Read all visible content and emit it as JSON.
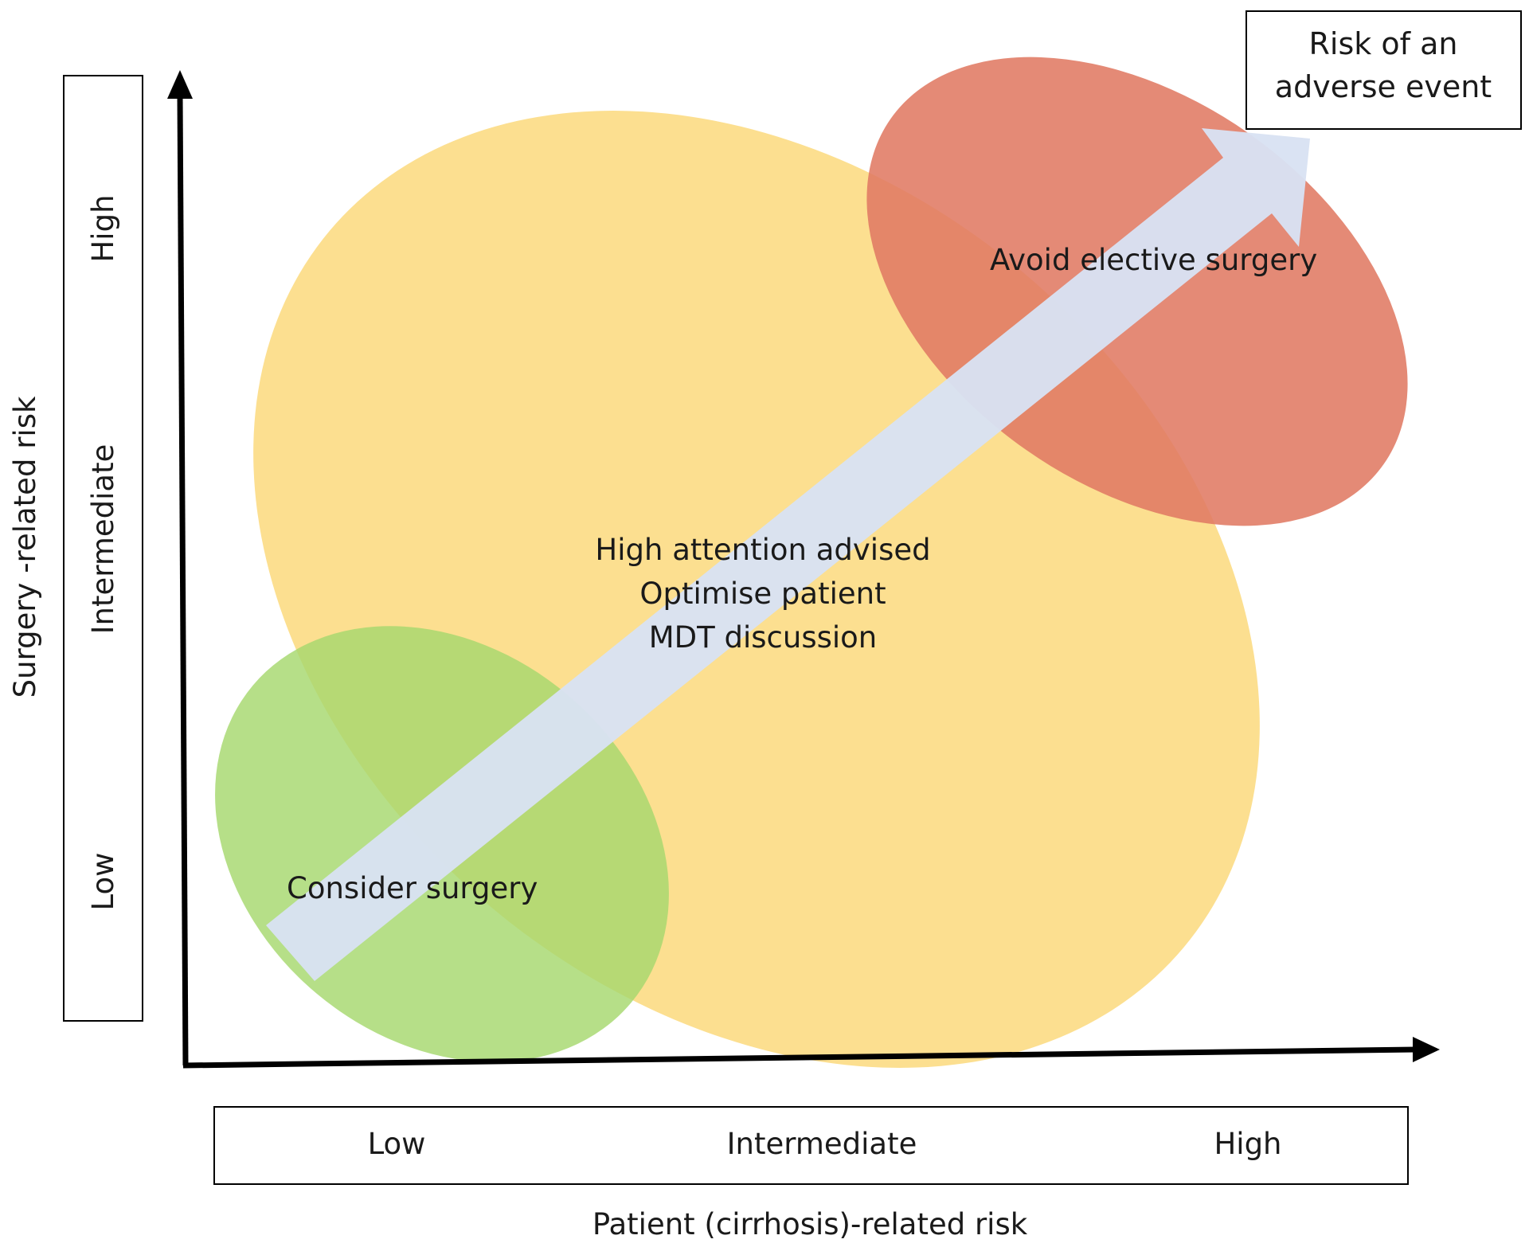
{
  "regions": {
    "green": {
      "label": "Consider surgery",
      "color": "#a6d86e"
    },
    "yellow": {
      "lines": [
        "High attention advised",
        "Optimise patient",
        "MDT discussion"
      ],
      "color": "#fcd97c"
    },
    "red": {
      "label": "Avoid elective surgery",
      "color": "#e07a63"
    }
  },
  "trend_arrow": {
    "color": "#d8e2f2"
  },
  "risk_box": {
    "line1": "Risk of an",
    "line2": "adverse event"
  },
  "y_axis": {
    "title": "Surgery -related risk",
    "levels": {
      "low": "Low",
      "intermediate": "Intermediate",
      "high": "High"
    }
  },
  "x_axis": {
    "title": "Patient (cirrhosis)-related risk",
    "levels": {
      "low": "Low",
      "intermediate": "Intermediate",
      "high": "High"
    }
  }
}
